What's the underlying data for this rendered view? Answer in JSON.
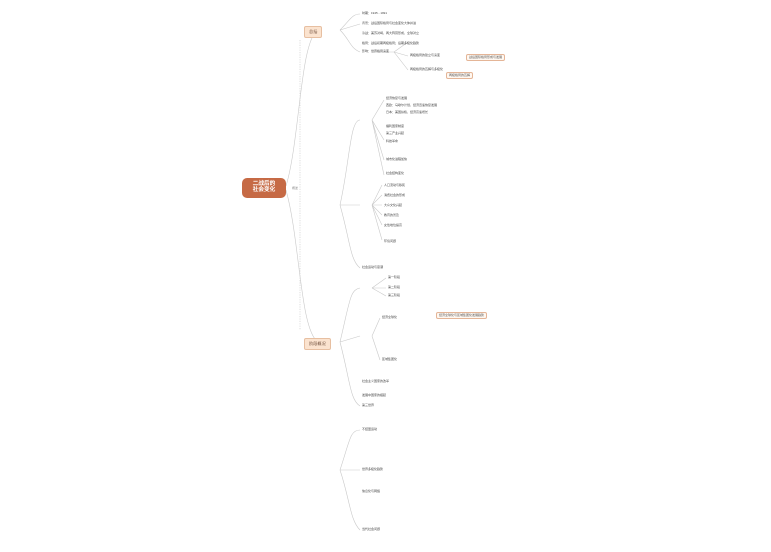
{
  "root_title_line1": "二战后的",
  "root_title_line2": "社会变化",
  "connector_label": "概述",
  "sections": {
    "top": "总括",
    "bottom": "阶段概况"
  },
  "upper": [
    {
      "id": "u1",
      "text": "时期：1945 - 1991"
    },
    {
      "id": "u2",
      "text": "背景：战后国际格局与社会变化大体并进"
    },
    {
      "id": "u3",
      "text": "冷战：美苏对峙，两大阵营形成，全球对立"
    },
    {
      "id": "u4",
      "text": "格局：战后初期两极格局；后期多极化趋势"
    },
    {
      "id": "u5",
      "text": "影响：世界格局演变"
    },
    {
      "id": "u6",
      "text": "两极格局的建立与演变"
    },
    {
      "id": "u7",
      "text": "两极格局的瓦解与多极化"
    }
  ],
  "middle": [
    {
      "id": "m1",
      "text": "经济恢复与发展"
    },
    {
      "id": "m2",
      "text": "西欧：马歇尔计划，经济迅速恢复发展"
    },
    {
      "id": "m3",
      "text": "日本：美国扶植，经济高速增长"
    },
    {
      "id": "m4",
      "text": "福利国家制度"
    },
    {
      "id": "m5",
      "text": "第三产业兴起"
    },
    {
      "id": "m6",
      "text": "科技革命"
    },
    {
      "id": "m7",
      "text": "城市化进程加快"
    },
    {
      "id": "m8",
      "text": "社会结构变化"
    },
    {
      "id": "m9",
      "text": "人口流动与移民"
    },
    {
      "id": "m10",
      "text": "消费社会的形成"
    },
    {
      "id": "m11",
      "text": "大众文化兴起"
    },
    {
      "id": "m12",
      "text": "教育的普及"
    },
    {
      "id": "m13",
      "text": "女性地位提高"
    },
    {
      "id": "m14",
      "text": "环境问题"
    },
    {
      "id": "m15",
      "text": "社会运动与思潮"
    }
  ],
  "lower": [
    {
      "id": "l1",
      "text": "第一阶段"
    },
    {
      "id": "l2",
      "text": "第二阶段"
    },
    {
      "id": "l3",
      "text": "第三阶段"
    },
    {
      "id": "l4",
      "text": "经济全球化"
    },
    {
      "id": "l5",
      "text": "区域集团化"
    },
    {
      "id": "l6",
      "text": "社会主义国家的改革"
    },
    {
      "id": "l7",
      "text": "发展中国家的崛起"
    },
    {
      "id": "l8",
      "text": "第三世界"
    },
    {
      "id": "l9",
      "text": "不结盟运动"
    },
    {
      "id": "l10",
      "text": "世界多极化趋势"
    },
    {
      "id": "l11",
      "text": "信息化与网络"
    },
    {
      "id": "l12",
      "text": "当代社会问题"
    }
  ],
  "notes": {
    "n1": "战后国际格局形成与发展",
    "n2": "两极格局的瓦解",
    "n3": "经济全球化与区域集团化发展趋势"
  }
}
